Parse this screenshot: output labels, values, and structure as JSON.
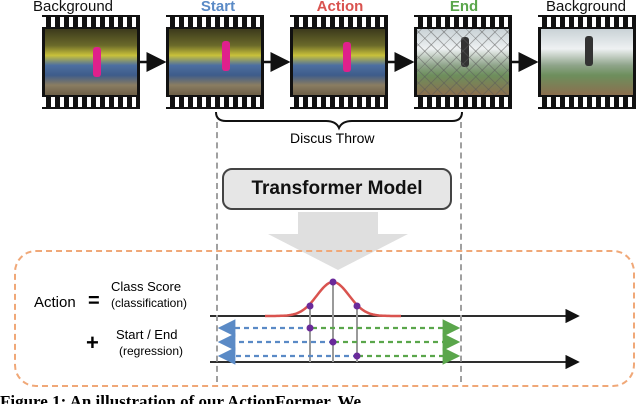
{
  "frames": [
    {
      "label": "Background",
      "color": "#111111",
      "scene": "stadium-icon"
    },
    {
      "label": "Start",
      "color": "#5a8ac6",
      "scene": "stadium-icon"
    },
    {
      "label": "Action",
      "color": "#d9534f",
      "scene": "stadium-icon"
    },
    {
      "label": "End",
      "color": "#5aa64b",
      "scene": "field-icon"
    },
    {
      "label": "Background",
      "color": "#111111",
      "scene": "field-icon"
    }
  ],
  "segment_label": "Discus Throw",
  "model_label": "Transformer Model",
  "equation": {
    "lhs": "Action",
    "equals": "=",
    "plus": "+",
    "class_term": "Class Score",
    "class_sub": "(classification)",
    "reg_term": "Start / End",
    "reg_sub": "(regression)"
  },
  "colors": {
    "start": "#5a8ac6",
    "action": "#d9534f",
    "end": "#5aa64b",
    "curve": "#d9534f",
    "point": "#6a2a9a",
    "box_border": "#f0a878"
  },
  "caption": "Figure 1: An illustration of our ActionFormer. We"
}
